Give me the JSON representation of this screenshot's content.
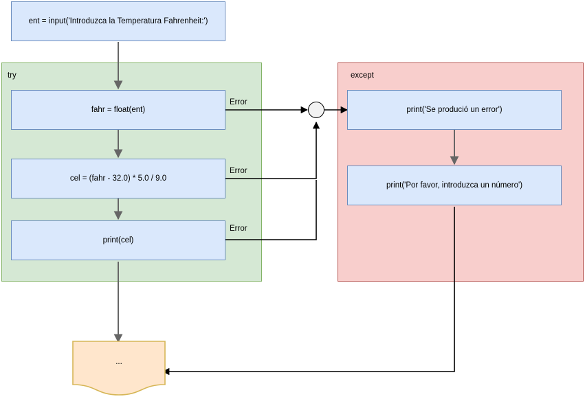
{
  "diagram": {
    "title_nodes": {
      "input_box": "ent = input('Introduzca la Temperatura Fahrenheit:')",
      "try_label": "try",
      "except_label": "except",
      "fahr_box": "fahr = float(ent)",
      "cel_box": "cel = (fahr - 32.0) * 5.0 / 9.0",
      "print_cel_box": "print(cel)",
      "error_print_box": "print('Se produció un error')",
      "number_print_box": "print('Por favor, introduzca un número')",
      "end_doc": "..."
    },
    "edge_labels": {
      "error_1": "Error",
      "error_2": "Error",
      "error_3": "Error"
    },
    "colors": {
      "process_fill": "#dae8fc",
      "process_stroke": "#6c8ebf",
      "try_fill": "#d5e8d4",
      "try_stroke": "#82b366",
      "except_fill": "#f8cecc",
      "except_stroke": "#b85450",
      "document_fill": "#ffe6cc",
      "document_stroke": "#d6b656",
      "junction_fill": "#f2f2f2",
      "junction_stroke": "#000000",
      "flow_arrow": "#666666",
      "error_arrow": "#000000"
    }
  }
}
